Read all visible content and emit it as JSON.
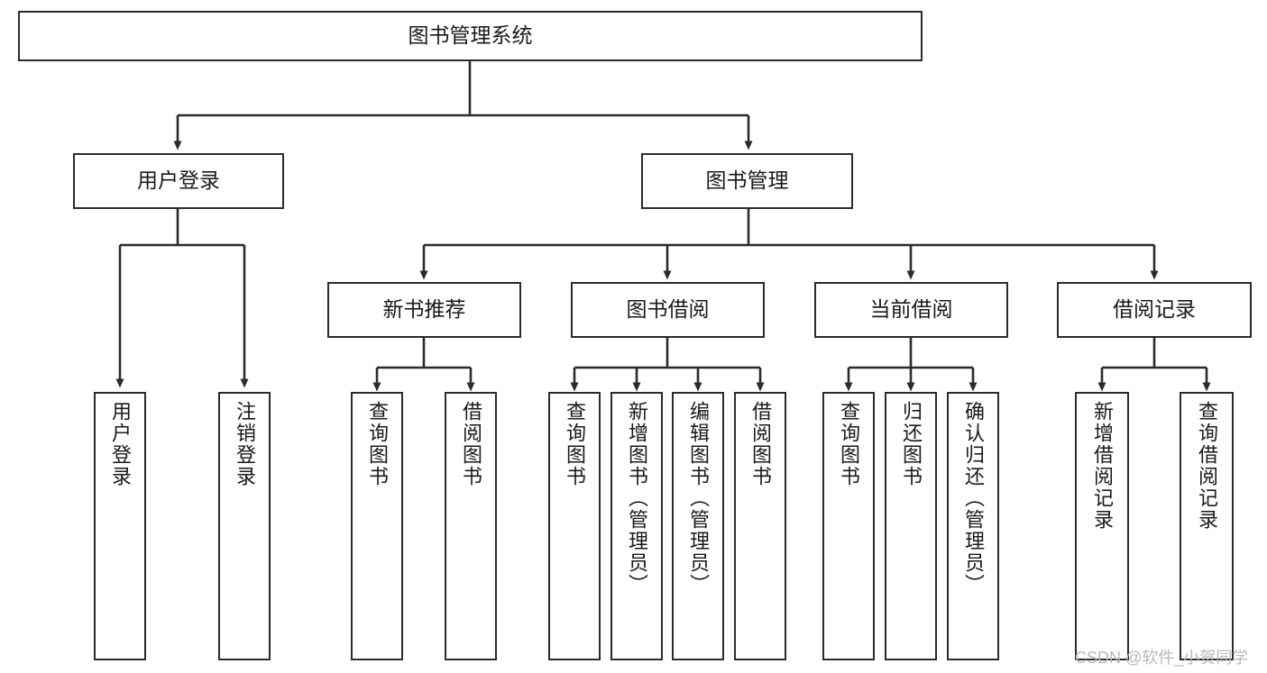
{
  "diagram": {
    "type": "tree",
    "title": "图书管理系统",
    "orientation": "top-down",
    "root": {
      "id": "root",
      "label": "图书管理系统",
      "text_direction": "horizontal"
    },
    "level2": [
      {
        "id": "user-login",
        "label": "用户登录",
        "text_direction": "horizontal"
      },
      {
        "id": "book-manage",
        "label": "图书管理",
        "text_direction": "horizontal"
      }
    ],
    "level3": [
      {
        "id": "new-book-recommend",
        "label": "新书推荐",
        "text_direction": "horizontal",
        "parent": "book-manage"
      },
      {
        "id": "book-borrow",
        "label": "图书借阅",
        "text_direction": "horizontal",
        "parent": "book-manage"
      },
      {
        "id": "current-borrow",
        "label": "当前借阅",
        "text_direction": "horizontal",
        "parent": "book-manage"
      },
      {
        "id": "borrow-record",
        "label": "借阅记录",
        "text_direction": "horizontal",
        "parent": "book-manage"
      }
    ],
    "leaves": [
      {
        "id": "leaf-user-login",
        "label": "用户登录",
        "text_direction": "vertical",
        "parent": "user-login"
      },
      {
        "id": "leaf-user-logout",
        "label": "注销登录",
        "text_direction": "vertical",
        "parent": "user-login"
      },
      {
        "id": "leaf-query-book-1",
        "label": "查询图书",
        "text_direction": "vertical",
        "parent": "new-book-recommend"
      },
      {
        "id": "leaf-borrow-book-1",
        "label": "借阅图书",
        "text_direction": "vertical",
        "parent": "new-book-recommend"
      },
      {
        "id": "leaf-query-book-2",
        "label": "查询图书",
        "text_direction": "vertical",
        "parent": "book-borrow"
      },
      {
        "id": "leaf-add-book",
        "label": "新增图书（管理员）",
        "text_direction": "vertical",
        "parent": "book-borrow"
      },
      {
        "id": "leaf-edit-book",
        "label": "编辑图书（管理员）",
        "text_direction": "vertical",
        "parent": "book-borrow"
      },
      {
        "id": "leaf-borrow-book-2",
        "label": "借阅图书",
        "text_direction": "vertical",
        "parent": "book-borrow"
      },
      {
        "id": "leaf-query-book-3",
        "label": "查询图书",
        "text_direction": "vertical",
        "parent": "current-borrow"
      },
      {
        "id": "leaf-return-book",
        "label": "归还图书",
        "text_direction": "vertical",
        "parent": "current-borrow"
      },
      {
        "id": "leaf-confirm-return",
        "label": "确认归还（管理员）",
        "text_direction": "vertical",
        "parent": "current-borrow"
      },
      {
        "id": "leaf-add-record",
        "label": "新增借阅记录",
        "text_direction": "vertical",
        "parent": "borrow-record"
      },
      {
        "id": "leaf-query-record",
        "label": "查询借阅记录",
        "text_direction": "vertical",
        "parent": "borrow-record"
      }
    ],
    "colors": {
      "stroke": "#2b2b2b",
      "fill": "#ffffff",
      "text": "#1a1a1a",
      "watermark": "#b9b9b9"
    }
  },
  "watermark": {
    "text": "CSDN @软件_小贺同学"
  }
}
